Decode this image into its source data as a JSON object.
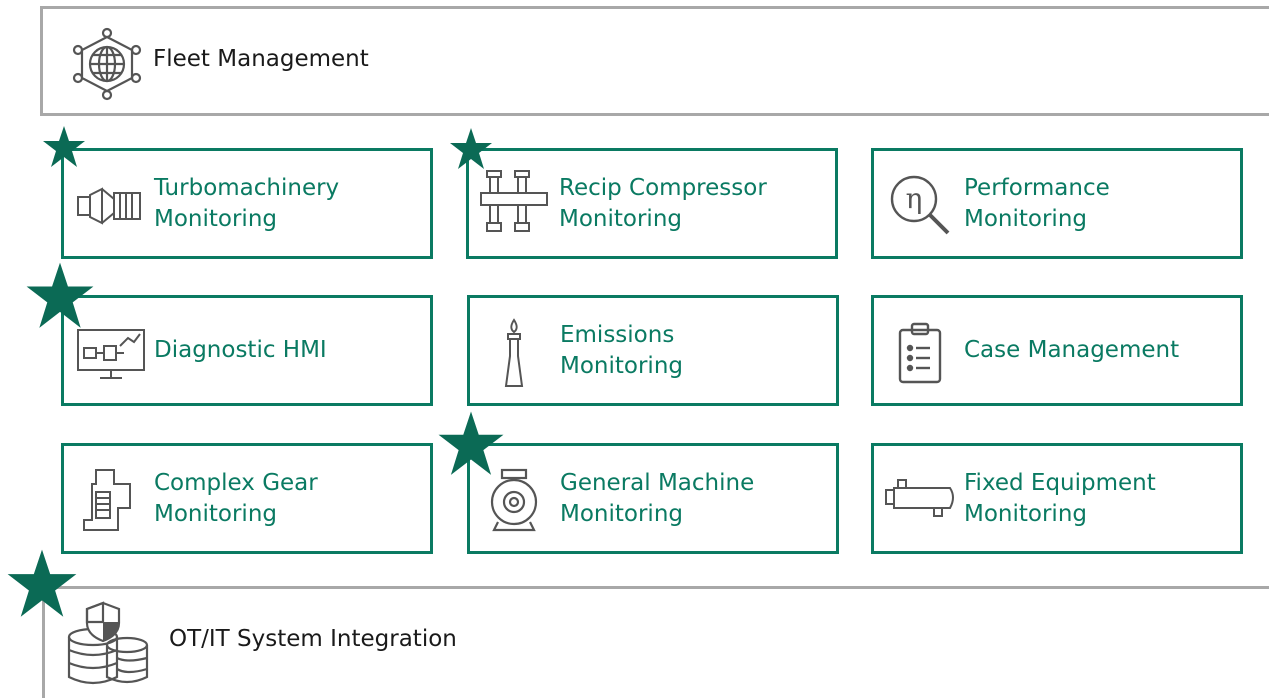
{
  "top_bar": {
    "label": "Fleet Management",
    "icon": "globe-network-icon"
  },
  "bottom_bar": {
    "label": "OT/IT System Integration",
    "icon": "database-shield-icon"
  },
  "colors": {
    "accent": "#0a7a62",
    "star": "#0b6a55",
    "bar_border": "#a8a8a8",
    "text": "#1a1a1a"
  },
  "tiles": [
    {
      "line1": "Turbomachinery",
      "line2": "Monitoring",
      "icon": "turbine-icon",
      "starred": true
    },
    {
      "line1": "Recip Compressor",
      "line2": "Monitoring",
      "icon": "compressor-icon",
      "starred": true
    },
    {
      "line1": "Performance",
      "line2": "Monitoring",
      "icon": "eta-magnifier-icon",
      "starred": false
    },
    {
      "line1": "Diagnostic HMI",
      "line2": "",
      "icon": "hmi-monitor-icon",
      "starred": true
    },
    {
      "line1": "Emissions",
      "line2": "Monitoring",
      "icon": "flare-stack-icon",
      "starred": false
    },
    {
      "line1": "Case Management",
      "line2": "",
      "icon": "clipboard-icon",
      "starred": false
    },
    {
      "line1": "Complex Gear",
      "line2": "Monitoring",
      "icon": "gearbox-icon",
      "starred": false
    },
    {
      "line1": "General Machine",
      "line2": "Monitoring",
      "icon": "pump-icon",
      "starred": true
    },
    {
      "line1": "Fixed Equipment",
      "line2": "Monitoring",
      "icon": "vessel-icon",
      "starred": false
    }
  ]
}
